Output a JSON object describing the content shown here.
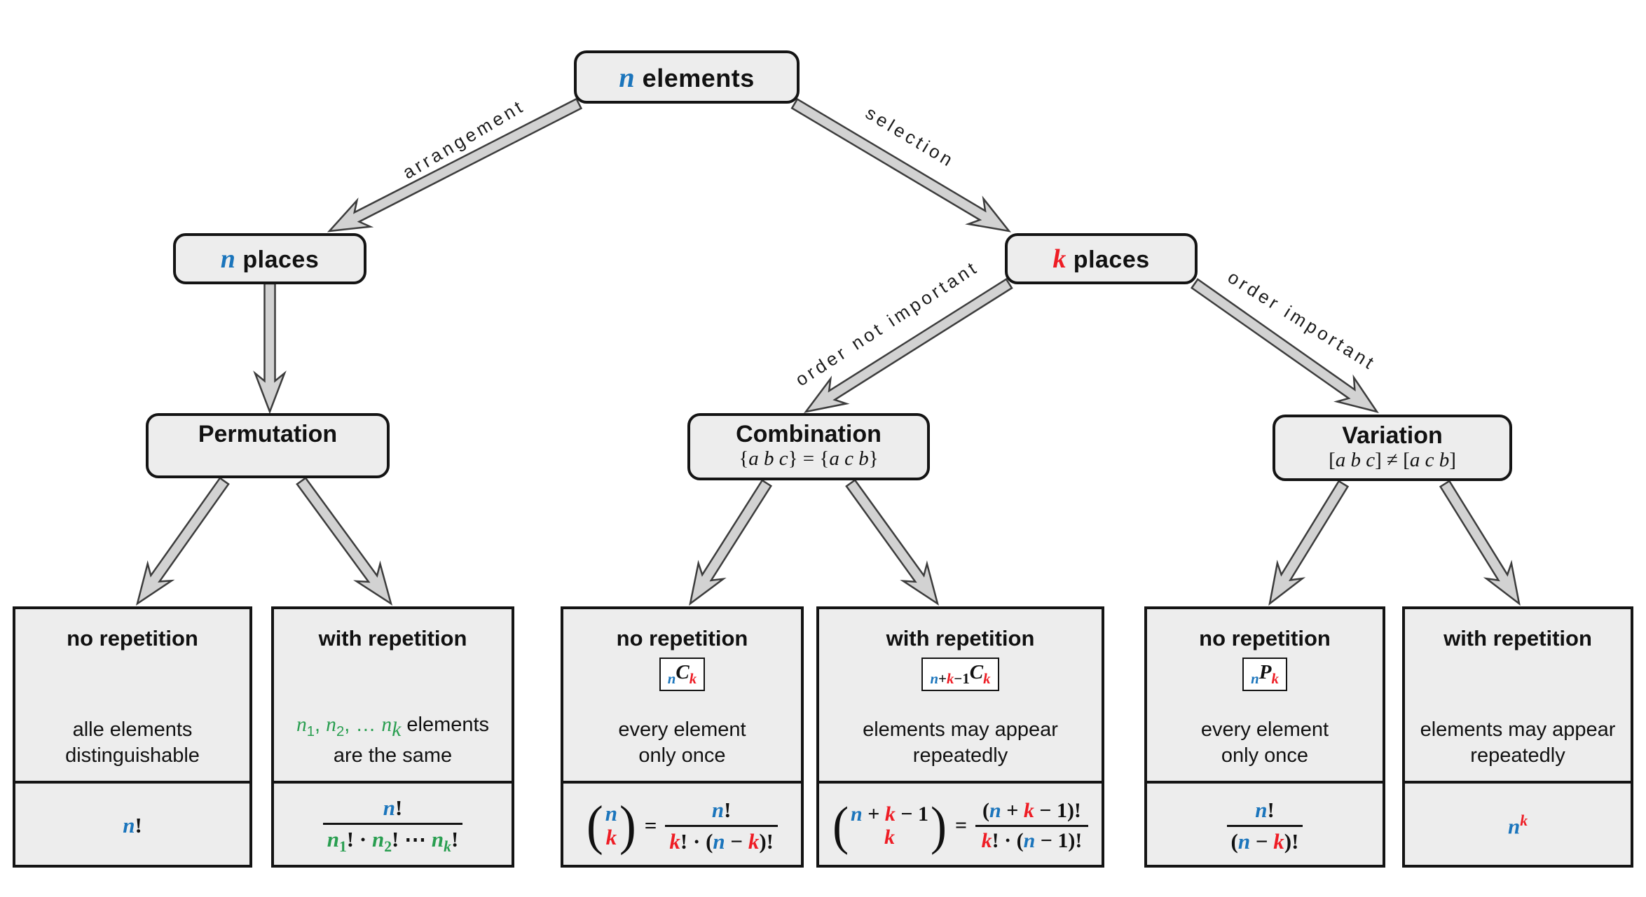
{
  "edge_labels": {
    "arrangement": "arrangement",
    "selection": "selection",
    "order_not_important": "order not important",
    "order_important": "order important"
  },
  "nodes": {
    "root": {
      "label_parts": [
        {
          "t": "n",
          "i": 1,
          "c": "blue"
        },
        {
          "t": " elements"
        }
      ]
    },
    "n_places": {
      "label_parts": [
        {
          "t": "n",
          "i": 1,
          "c": "blue"
        },
        {
          "t": " places"
        }
      ]
    },
    "k_places": {
      "label_parts": [
        {
          "t": "k",
          "i": 1,
          "c": "red"
        },
        {
          "t": " places"
        }
      ]
    },
    "permutation": {
      "title": "Permutation"
    },
    "combination": {
      "title": "Combination",
      "subtitle": [
        {
          "t": "{"
        },
        {
          "t": "a b c",
          "i": 1
        },
        {
          "t": "} = {"
        },
        {
          "t": "a c b",
          "i": 1
        },
        {
          "t": "}"
        }
      ]
    },
    "variation": {
      "title": "Variation",
      "subtitle": [
        {
          "t": "["
        },
        {
          "t": "a b c",
          "i": 1
        },
        {
          "t": "] ≠ ["
        },
        {
          "t": "a c b",
          "i": 1
        },
        {
          "t": "]"
        }
      ]
    }
  },
  "leaves": [
    {
      "title": "no repetition",
      "desc": [
        [
          {
            "t": "alle elements"
          }
        ],
        [
          {
            "t": "distinguishable"
          }
        ]
      ],
      "formula": {
        "main": [
          {
            "t": "n",
            "i": 1,
            "c": "blue"
          },
          {
            "t": "!"
          }
        ]
      }
    },
    {
      "title": "with repetition",
      "desc": [
        [
          {
            "t": "n",
            "i": 1,
            "c": "green"
          },
          {
            "t": "1",
            "sub": 1,
            "c": "green"
          },
          {
            "t": ", ",
            "c": "green"
          },
          {
            "t": "n",
            "i": 1,
            "c": "green"
          },
          {
            "t": "2",
            "sub": 1,
            "c": "green"
          },
          {
            "t": ", … ",
            "c": "green"
          },
          {
            "t": "n",
            "i": 1,
            "c": "green"
          },
          {
            "t": "k",
            "sub": 1,
            "i": 1,
            "c": "green"
          },
          {
            "t": " elements"
          }
        ],
        [
          {
            "t": "are the same"
          }
        ]
      ],
      "formula": {
        "num": [
          {
            "t": "n",
            "i": 1,
            "c": "blue"
          },
          {
            "t": "!"
          }
        ],
        "den": [
          {
            "t": "n",
            "i": 1,
            "c": "green"
          },
          {
            "t": "1",
            "sub": 1,
            "c": "green"
          },
          {
            "t": "! · "
          },
          {
            "t": "n",
            "i": 1,
            "c": "green"
          },
          {
            "t": "2",
            "sub": 1,
            "c": "green"
          },
          {
            "t": "! ⋯ "
          },
          {
            "t": "n",
            "i": 1,
            "c": "green"
          },
          {
            "t": "k",
            "sub": 1,
            "i": 1,
            "c": "green"
          },
          {
            "t": "!"
          }
        ]
      }
    },
    {
      "title": "no repetition",
      "badge": [
        {
          "t": "n",
          "sub": 1,
          "i": 1,
          "c": "blue"
        },
        {
          "t": "C",
          "i": 1
        },
        {
          "t": "k",
          "sub": 1,
          "i": 1,
          "c": "red"
        }
      ],
      "desc": [
        [
          {
            "t": "every element"
          }
        ],
        [
          {
            "t": "only once"
          }
        ]
      ],
      "formula": {
        "top": [
          {
            "t": "n",
            "i": 1,
            "c": "blue"
          }
        ],
        "bottom": [
          {
            "t": "k",
            "i": 1,
            "c": "red"
          }
        ],
        "eq": "=",
        "num": [
          {
            "t": "n",
            "i": 1,
            "c": "blue"
          },
          {
            "t": "!"
          }
        ],
        "den": [
          {
            "t": "k",
            "i": 1,
            "c": "red"
          },
          {
            "t": "! · ("
          },
          {
            "t": "n",
            "i": 1,
            "c": "blue"
          },
          {
            "t": " − "
          },
          {
            "t": "k",
            "i": 1,
            "c": "red"
          },
          {
            "t": ")!"
          }
        ]
      }
    },
    {
      "title": "with repetition",
      "badge": [
        {
          "t": "n",
          "sub": 1,
          "i": 1,
          "c": "blue"
        },
        {
          "t": "+",
          "sub": 1
        },
        {
          "t": "k",
          "sub": 1,
          "i": 1,
          "c": "red"
        },
        {
          "t": "−1",
          "sub": 1
        },
        {
          "t": "C",
          "i": 1
        },
        {
          "t": "k",
          "sub": 1,
          "i": 1,
          "c": "red"
        }
      ],
      "desc": [
        [
          {
            "t": "elements may appear"
          }
        ],
        [
          {
            "t": "repeatedly"
          }
        ]
      ],
      "formula": {
        "top": [
          {
            "t": "n",
            "i": 1,
            "c": "blue"
          },
          {
            "t": " + "
          },
          {
            "t": "k",
            "i": 1,
            "c": "red"
          },
          {
            "t": " − 1"
          }
        ],
        "bottom": [
          {
            "t": "k",
            "i": 1,
            "c": "red"
          }
        ],
        "eq": "=",
        "num": [
          {
            "t": "("
          },
          {
            "t": "n",
            "i": 1,
            "c": "blue"
          },
          {
            "t": " + "
          },
          {
            "t": "k",
            "i": 1,
            "c": "red"
          },
          {
            "t": " − 1)!"
          }
        ],
        "den": [
          {
            "t": "k",
            "i": 1,
            "c": "red"
          },
          {
            "t": "! · ("
          },
          {
            "t": "n",
            "i": 1,
            "c": "blue"
          },
          {
            "t": " − 1)!"
          }
        ]
      }
    },
    {
      "title": "no repetition",
      "badge": [
        {
          "t": "n",
          "sub": 1,
          "i": 1,
          "c": "blue"
        },
        {
          "t": "P",
          "i": 1
        },
        {
          "t": "k",
          "sub": 1,
          "i": 1,
          "c": "red"
        }
      ],
      "desc": [
        [
          {
            "t": "every element"
          }
        ],
        [
          {
            "t": "only once"
          }
        ]
      ],
      "formula": {
        "num": [
          {
            "t": "n",
            "i": 1,
            "c": "blue"
          },
          {
            "t": "!"
          }
        ],
        "den": [
          {
            "t": "("
          },
          {
            "t": "n",
            "i": 1,
            "c": "blue"
          },
          {
            "t": " − "
          },
          {
            "t": "k",
            "i": 1,
            "c": "red"
          },
          {
            "t": ")!"
          }
        ]
      }
    },
    {
      "title": "with repetition",
      "desc": [
        [
          {
            "t": "elements may appear"
          }
        ],
        [
          {
            "t": "repeatedly"
          }
        ]
      ],
      "formula": {
        "main": [
          {
            "t": "n",
            "i": 1,
            "c": "blue"
          },
          {
            "t": "k",
            "sup": 1,
            "i": 1,
            "c": "red"
          }
        ]
      }
    }
  ],
  "colors": {
    "blue": "#1b75bc",
    "red": "#ee1c24",
    "green": "#299e50",
    "box_fill": "#ededed",
    "arrow_fill": "#d2d2d2"
  }
}
